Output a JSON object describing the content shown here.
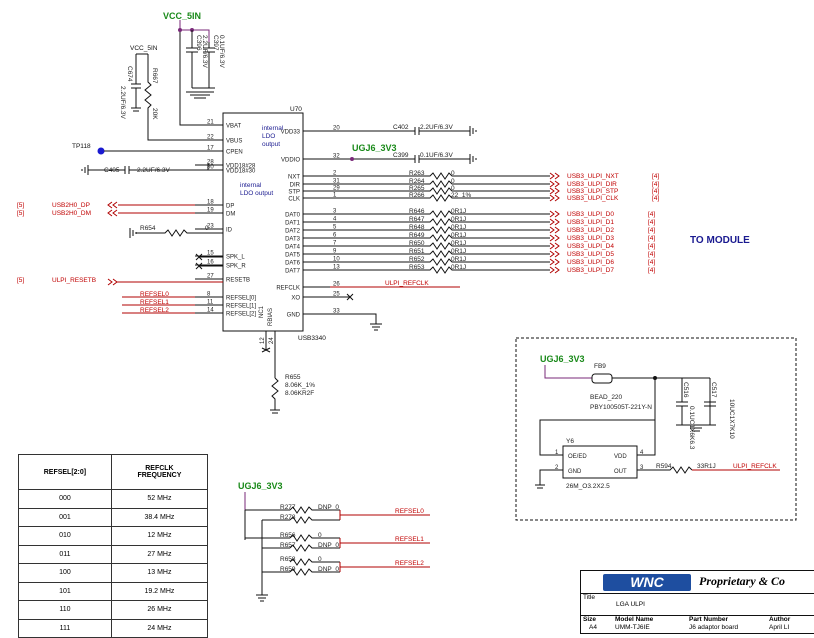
{
  "power": {
    "vcc5in_top": "VCC_5IN",
    "vcc5in_left": "VCC_5IN",
    "ugj_top": "UGJ6_3V3",
    "ugj_mid": "UGJ6_3V3",
    "ugj_bottom": "UGJ6_3V3"
  },
  "chip": {
    "ref": "U70",
    "part": "USB3340",
    "internal_ldo_1": "internal",
    "internal_ldo_2": "LDO",
    "internal_ldo_3": "output",
    "internal2_1": "internal",
    "internal2_2": "LDO output",
    "left_pins": [
      {
        "num": "21",
        "name": "VBAT"
      },
      {
        "num": "22",
        "name": "VBUS"
      },
      {
        "num": "17",
        "name": "CPEN"
      },
      {
        "num": "28",
        "name": "VDD18#28"
      },
      {
        "num": "30",
        "name": "VDD18#30"
      },
      {
        "num": "18",
        "name": "DP"
      },
      {
        "num": "19",
        "name": "DM"
      },
      {
        "num": "23",
        "name": "ID"
      },
      {
        "num": "15",
        "name": "SPK_L"
      },
      {
        "num": "16",
        "name": "SPK_R"
      },
      {
        "num": "27",
        "name": "RESETB"
      },
      {
        "num": "8",
        "name": "REFSEL[0]"
      },
      {
        "num": "11",
        "name": "REFSEL[1]"
      },
      {
        "num": "14",
        "name": "REFSEL[2]"
      }
    ],
    "right_pins": [
      {
        "num": "20",
        "name": "VDD33"
      },
      {
        "num": "32",
        "name": "VDDIO"
      },
      {
        "num": "2",
        "name": "NXT"
      },
      {
        "num": "31",
        "name": "DIR"
      },
      {
        "num": "29",
        "name": "STP"
      },
      {
        "num": "1",
        "name": "CLK"
      },
      {
        "num": "3",
        "name": "DAT0"
      },
      {
        "num": "4",
        "name": "DAT1"
      },
      {
        "num": "5",
        "name": "DAT2"
      },
      {
        "num": "6",
        "name": "DAT3"
      },
      {
        "num": "7",
        "name": "DAT4"
      },
      {
        "num": "9",
        "name": "DAT5"
      },
      {
        "num": "10",
        "name": "DAT6"
      },
      {
        "num": "13",
        "name": "DAT7"
      },
      {
        "num": "26",
        "name": "REFCLK"
      },
      {
        "num": "25",
        "name": "XO"
      },
      {
        "num": "33",
        "name": "GND"
      }
    ],
    "bottom_pins": [
      {
        "num": "12",
        "name": "NC1"
      },
      {
        "num": "24",
        "name": "RBIAS"
      }
    ]
  },
  "caps_top": [
    {
      "ref": "C396",
      "val": "2.2UF/6.3V"
    },
    {
      "ref": "C397",
      "val": "0.1UF/6.3V"
    }
  ],
  "c674": {
    "ref": "C674",
    "val": "2.2UF/6.3V"
  },
  "r667": {
    "ref": "R667",
    "val": "20K"
  },
  "tp": "TP118",
  "c405": {
    "ref": "C405",
    "val": "2.2UF/6.3V"
  },
  "c402": {
    "ref": "C402",
    "val": "2.2UF/6.3V"
  },
  "c399": {
    "ref": "C399",
    "val": "0.1UF/6.3V"
  },
  "ulpi_res": [
    {
      "ref": "R263",
      "val": "0",
      "net": "USB3_ULPI_NXT",
      "sheet": "[4]"
    },
    {
      "ref": "R264",
      "val": "0",
      "net": "USB3_ULPI_DIR",
      "sheet": "[4]"
    },
    {
      "ref": "R265",
      "val": "0",
      "net": "USB3_ULPI_STP",
      "sheet": "[4]"
    },
    {
      "ref": "R266",
      "val": "22_1%",
      "net": "USB3_ULPI_CLK",
      "sheet": "[4]"
    }
  ],
  "data_res": [
    {
      "ref": "R646",
      "val": "0R1J",
      "net": "USB3_ULPI_D0",
      "sheet": "[4]"
    },
    {
      "ref": "R647",
      "val": "0R1J",
      "net": "USB3_ULPI_D1",
      "sheet": "[4]"
    },
    {
      "ref": "R648",
      "val": "0R1J",
      "net": "USB3_ULPI_D2",
      "sheet": "[4]"
    },
    {
      "ref": "R649",
      "val": "0R1J",
      "net": "USB3_ULPI_D3",
      "sheet": "[4]"
    },
    {
      "ref": "R650",
      "val": "0R1J",
      "net": "USB3_ULPI_D4",
      "sheet": "[4]"
    },
    {
      "ref": "R651",
      "val": "0R1J",
      "net": "USB3_ULPI_D5",
      "sheet": "[4]"
    },
    {
      "ref": "R652",
      "val": "0R1J",
      "net": "USB3_ULPI_D6",
      "sheet": "[4]"
    },
    {
      "ref": "R653",
      "val": "0R1J",
      "net": "USB3_ULPI_D7",
      "sheet": "[4]"
    }
  ],
  "usb_left": [
    {
      "sheet": "[5]",
      "net": "USB2H0_DP"
    },
    {
      "sheet": "[5]",
      "net": "USB2H0_DM"
    }
  ],
  "r654": {
    "ref": "R654",
    "val": "0"
  },
  "reset": {
    "sheet": "[5]",
    "net": "ULPI_RESETB"
  },
  "refsel_left": [
    "REFSEL0",
    "REFSEL1",
    "REFSEL2"
  ],
  "refclk_net": "ULPI_REFCLK",
  "r655": {
    "ref": "R655",
    "val1": "8.06K_1%",
    "val2": "8.06KR2F"
  },
  "to_module": "TO MODULE",
  "osc": {
    "fb": "FB9",
    "fb_val": "BEAD_220",
    "fb_part": "PBY100505T-221Y-N",
    "c516": "C516",
    "c516_val": "0.1UC1X6K6.3",
    "c517": "C517",
    "c517_val": "10UC1X7K10",
    "y": "Y6",
    "y_part": "26M_O3.2X2.5",
    "pin_oe": "OE/ED",
    "pin_vdd": "VDD",
    "pin_gnd": "GND",
    "pin_out": "OUT",
    "r594": "R594",
    "r594_val": "33R1J",
    "out_net": "ULPI_REFCLK"
  },
  "refsel_res": [
    {
      "ref": "R277",
      "val": "DNP_0"
    },
    {
      "ref": "R278",
      "val": ""
    },
    {
      "ref": "R656",
      "val": "0"
    },
    {
      "ref": "R657",
      "val": "DNP_0"
    },
    {
      "ref": "R658",
      "val": "0"
    },
    {
      "ref": "R659",
      "val": "DNP_0"
    }
  ],
  "refsel_nets": [
    "REFSEL0",
    "REFSEL1",
    "REFSEL2"
  ],
  "table": {
    "h1": "REFSEL[2:0]",
    "h2a": "REFCLK",
    "h2b": "FREQUENCY",
    "rows": [
      [
        "000",
        "52 MHz"
      ],
      [
        "001",
        "38.4 MHz"
      ],
      [
        "010",
        "12 MHz"
      ],
      [
        "011",
        "27 MHz"
      ],
      [
        "100",
        "13 MHz"
      ],
      [
        "101",
        "19.2 MHz"
      ],
      [
        "110",
        "26 MHz"
      ],
      [
        "111",
        "24 MHz"
      ]
    ]
  },
  "title_block": {
    "logo": "WNC",
    "prop": "Proprietary & Co",
    "title_label": "Title",
    "title": "LGA ULPI",
    "size_label": "Size",
    "size": "A4",
    "model_label": "Model Name",
    "model": "UMM-TJ6IE",
    "part_label": "Part Number",
    "part": "J6 adaptor board",
    "author_label": "Author",
    "author": "April LI"
  }
}
